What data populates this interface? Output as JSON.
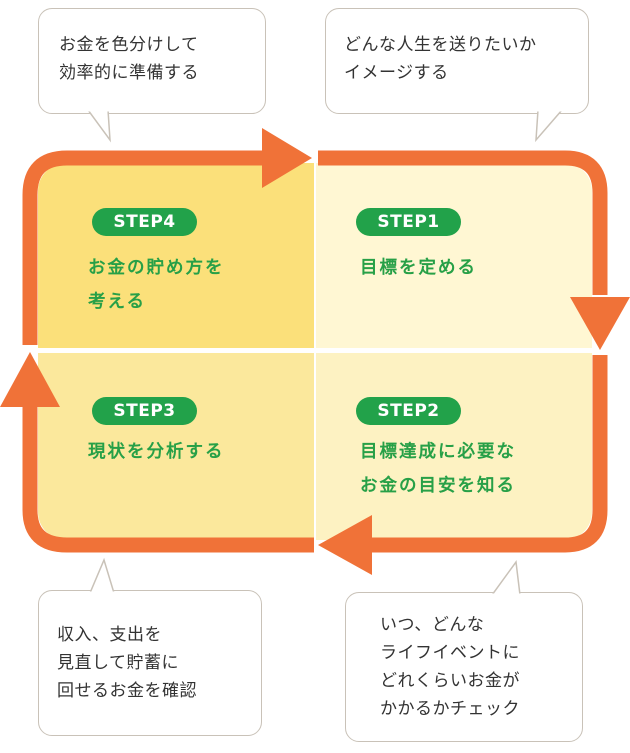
{
  "colors": {
    "accent_orange": "#f07238",
    "step_green": "#22a24a",
    "bubble_border": "#c9c2b8",
    "q_step4": "#fbe07a",
    "q_step1": "#fff7d3",
    "q_step3": "#fbe89c",
    "q_step2": "#fdf2c2"
  },
  "icons": [
    "arrow-right-icon",
    "arrow-down-icon",
    "arrow-left-icon",
    "arrow-up-icon"
  ],
  "steps": {
    "step1": {
      "badge": "STEP1",
      "text": "目標を定める"
    },
    "step2": {
      "badge": "STEP2",
      "text": "目標達成に必要な\nお金の目安を知る"
    },
    "step3": {
      "badge": "STEP3",
      "text": "現状を分析する"
    },
    "step4": {
      "badge": "STEP4",
      "text": "お金の貯め方を\n考える"
    }
  },
  "bubbles": {
    "top_left": "お金を色分けして\n効率的に準備する",
    "top_right": "どんな人生を送りたいか\nイメージする",
    "bottom_left": "収入、支出を\n見直して貯蓄に\n回せるお金を確認",
    "bottom_right": "いつ、どんな\nライフイベントに\nどれくらいお金が\nかかるかチェック"
  }
}
